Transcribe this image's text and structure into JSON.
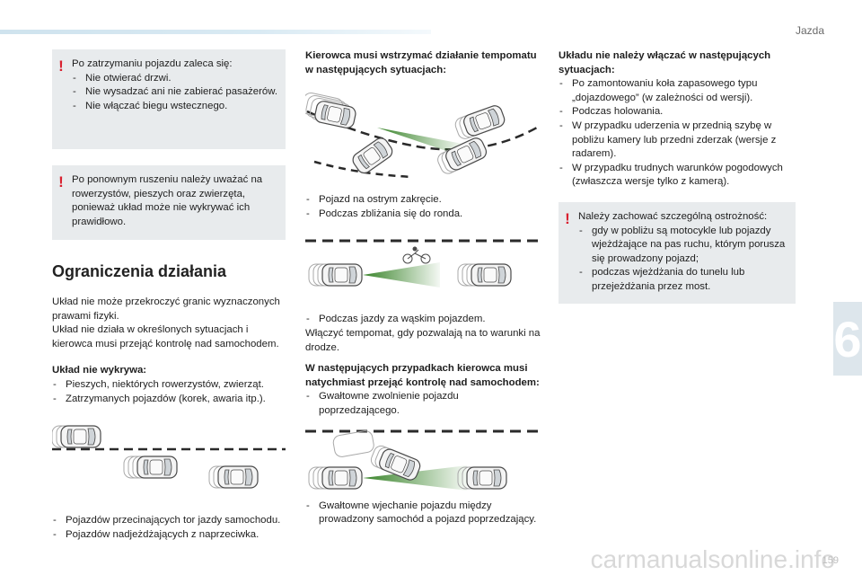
{
  "header": {
    "chapter_title": "Jazda",
    "chapter_number": "6",
    "page_number": "159"
  },
  "watermark": "carmanualsonline.info",
  "colors": {
    "warning_icon": "#d9202f",
    "warning_box_bg": "#e8ebed",
    "camera_beam": "#2e7d1e"
  },
  "icons": {
    "warning": "warning-exclamation-icon"
  },
  "col1": {
    "warning1": {
      "intro": "Po zatrzymaniu pojazdu zaleca się:",
      "items": [
        "Nie otwierać drzwi.",
        "Nie wysadzać ani nie zabierać pasażerów.",
        "Nie włączać biegu wstecznego."
      ]
    },
    "warning2": {
      "text": "Po ponownym ruszeniu należy uważać na rowerzystów, pieszych oraz zwierzęta, ponieważ układ może nie wykrywać ich prawidłowo."
    },
    "heading": "Ograniczenia działania",
    "para1": "Układ nie może przekroczyć granic wyznaczonych prawami fizyki.",
    "para2": "Układ nie działa w określonych sytuacjach i kierowca musi przejąć kontrolę nad samochodem.",
    "not_detect_title": "Układ nie wykrywa:",
    "not_detect_items": [
      "Pieszych, niektórych rowerzystów, zwierząt.",
      "Zatrzymanych pojazdów (korek, awaria itp.)."
    ],
    "vehicles_items": [
      "Pojazdów przecinających tor jazdy samochodu.",
      "Pojazdów nadjeżdżających z naprzeciwka."
    ]
  },
  "col2": {
    "title": "Kierowca musi wstrzymać działanie tempomatu w następujących sytuacjach:",
    "items1": [
      "Pojazd na ostrym zakręcie.",
      "Podczas zbliżania się do ronda."
    ],
    "item2": "Podczas jazdy za wąskim pojazdem.",
    "after2": "Włączyć tempomat, gdy pozwalają na to warunki na drodze.",
    "title2": "W następujących przypadkach kierowca musi natychmiast przejąć kontrolę nad samochodem:",
    "items3": [
      "Gwałtowne zwolnienie pojazdu poprzedzającego."
    ],
    "items4": [
      "Gwałtowne wjechanie pojazdu między prowadzony samochód a pojazd poprzedzający."
    ]
  },
  "col3": {
    "title": "Układu nie należy włączać w następujących sytuacjach:",
    "items": [
      "Po zamontowaniu koła zapasowego typu „dojazdowego” (w zależności od wersji).",
      "Podczas holowania.",
      "W przypadku uderzenia w przednią szybę w pobliżu kamery lub przedni zderzak (wersje z radarem).",
      "W przypadku trudnych warunków pogodowych (zwłaszcza wersje tylko z kamerą)."
    ],
    "warning": {
      "intro": "Należy zachować szczególną ostrożność:",
      "items": [
        "gdy w pobliżu są motocykle lub pojazdy wjeżdżające na pas ruchu, którym porusza się prowadzony pojazd;",
        "podczas wjeżdżania do tunelu lub przejeżdżania przez most."
      ]
    }
  }
}
